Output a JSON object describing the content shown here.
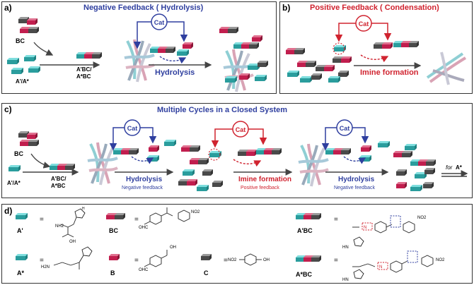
{
  "panel_a": {
    "label": "a)",
    "title": "Negative Feedback ( Hydrolysis)",
    "bc": "BC",
    "a_species": "A'/A*",
    "product": "A'BC/ A*BC",
    "process": "Hydrolysis",
    "cat": "Cat"
  },
  "panel_b": {
    "label": "b)",
    "title": "Positive Feedback ( Condensation)",
    "process": "Imine formation",
    "cat": "Cat"
  },
  "panel_c": {
    "label": "c)",
    "title": "Multiple Cycles in a Closed System",
    "bc": "BC",
    "a_species": "A'/A*",
    "product": "A'BC/ A*BC",
    "steps": [
      {
        "process": "Hydrolysis",
        "feedback": "Negative feedback"
      },
      {
        "process": "Imine formation",
        "feedback": "Positive feedback"
      },
      {
        "process": "Hydrolysis",
        "feedback": "Negative feedback"
      }
    ],
    "cat": "Cat",
    "end_note_for": "for",
    "end_note_species": "A*"
  },
  "panel_d": {
    "label": "d)",
    "items": [
      {
        "name": "A'",
        "eq": "="
      },
      {
        "name": "BC",
        "eq": "="
      },
      {
        "name": "A'BC",
        "eq": "="
      },
      {
        "name": "A*",
        "eq": "="
      },
      {
        "name": "B",
        "eq": "="
      },
      {
        "name": "C",
        "eq": "="
      },
      {
        "name": "A*BC",
        "eq": "="
      }
    ],
    "chem_labels": {
      "nh2": "NH2",
      "oh": "OH",
      "o": "O",
      "hn": "HN",
      "n": "N",
      "no2": "NO2",
      "h": "H",
      "ohc": "OHC",
      "h2n": "H2N"
    }
  },
  "colors": {
    "cyan": "#3dbdbd",
    "pink": "#d12a5a",
    "gray": "#5a5a5a",
    "blue": "#2f3f9f",
    "red": "#d0232f"
  }
}
